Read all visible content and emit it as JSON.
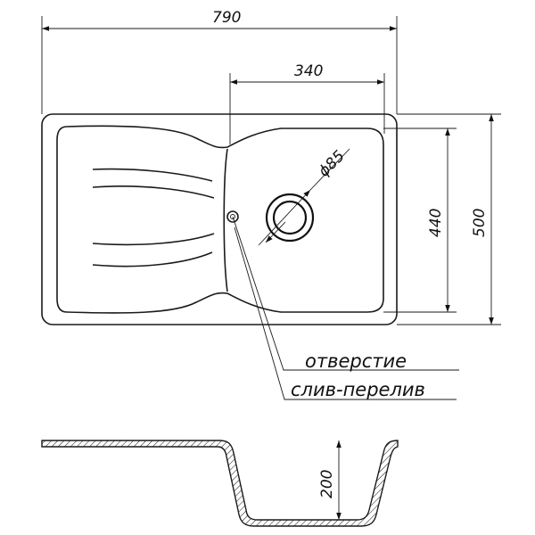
{
  "dimensions": {
    "overall_width": "790",
    "bowl_width": "340",
    "drain_diameter": "ϕ85",
    "bowl_depth_plan": "440",
    "overall_depth": "500",
    "bowl_height": "200"
  },
  "callout": {
    "line1": "отверстие",
    "line2": "слив-перелив"
  }
}
